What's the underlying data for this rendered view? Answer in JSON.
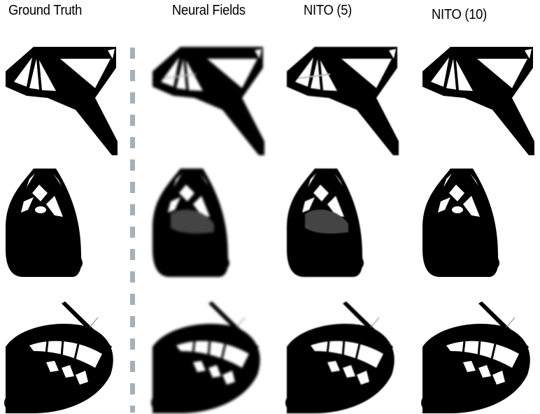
{
  "columns": [
    {
      "label": "Ground Truth",
      "quality": "sharp"
    },
    {
      "label": "Neural Fields",
      "quality": "blurry"
    },
    {
      "label": "NITO (5)",
      "quality": "slight-blur"
    },
    {
      "label": "NITO (10)",
      "quality": "sharp"
    }
  ],
  "rows": [
    {
      "shape": "cantilever-fan"
    },
    {
      "shape": "bell-arch"
    },
    {
      "shape": "curved-beam"
    }
  ],
  "colors": {
    "material": "#000000",
    "void": "#ffffff",
    "divider": "#a3b1bb"
  }
}
